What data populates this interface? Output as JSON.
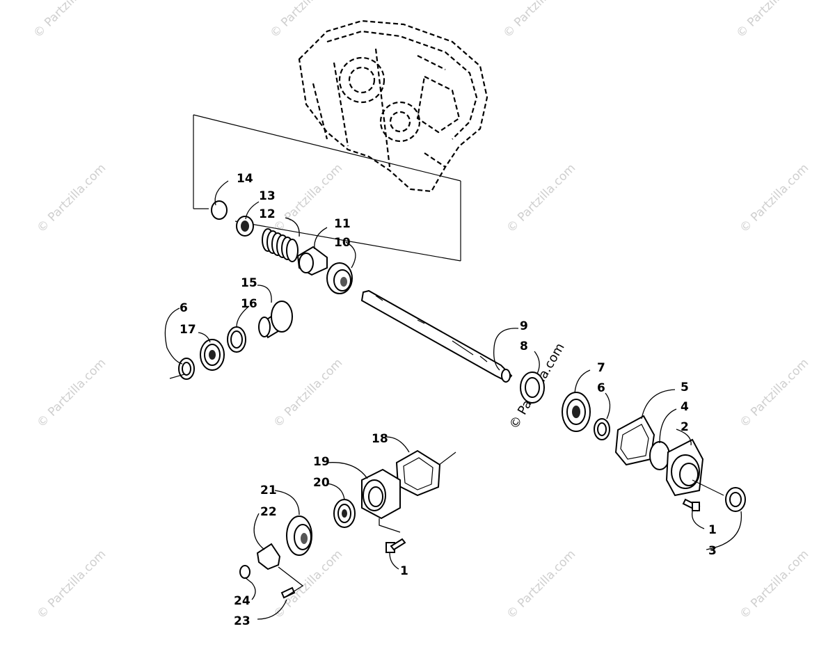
{
  "watermark": {
    "text": "© Partzilla.com",
    "main_text": "© Partzilla.com"
  },
  "callouts": {
    "c1a": "1",
    "c1b": "1",
    "c2": "2",
    "c3": "3",
    "c4": "4",
    "c5": "5",
    "c6a": "6",
    "c6b": "6",
    "c7": "7",
    "c8": "8",
    "c9": "9",
    "c10": "10",
    "c11": "11",
    "c12": "12",
    "c13": "13",
    "c14": "14",
    "c15": "15",
    "c16": "16",
    "c17": "17",
    "c18": "18",
    "c19": "19",
    "c20": "20",
    "c21": "21",
    "c22": "22",
    "c23": "23",
    "c24": "24"
  },
  "colors": {
    "line": "#000000",
    "watermark": "#cfcfcf",
    "background": "#ffffff"
  }
}
